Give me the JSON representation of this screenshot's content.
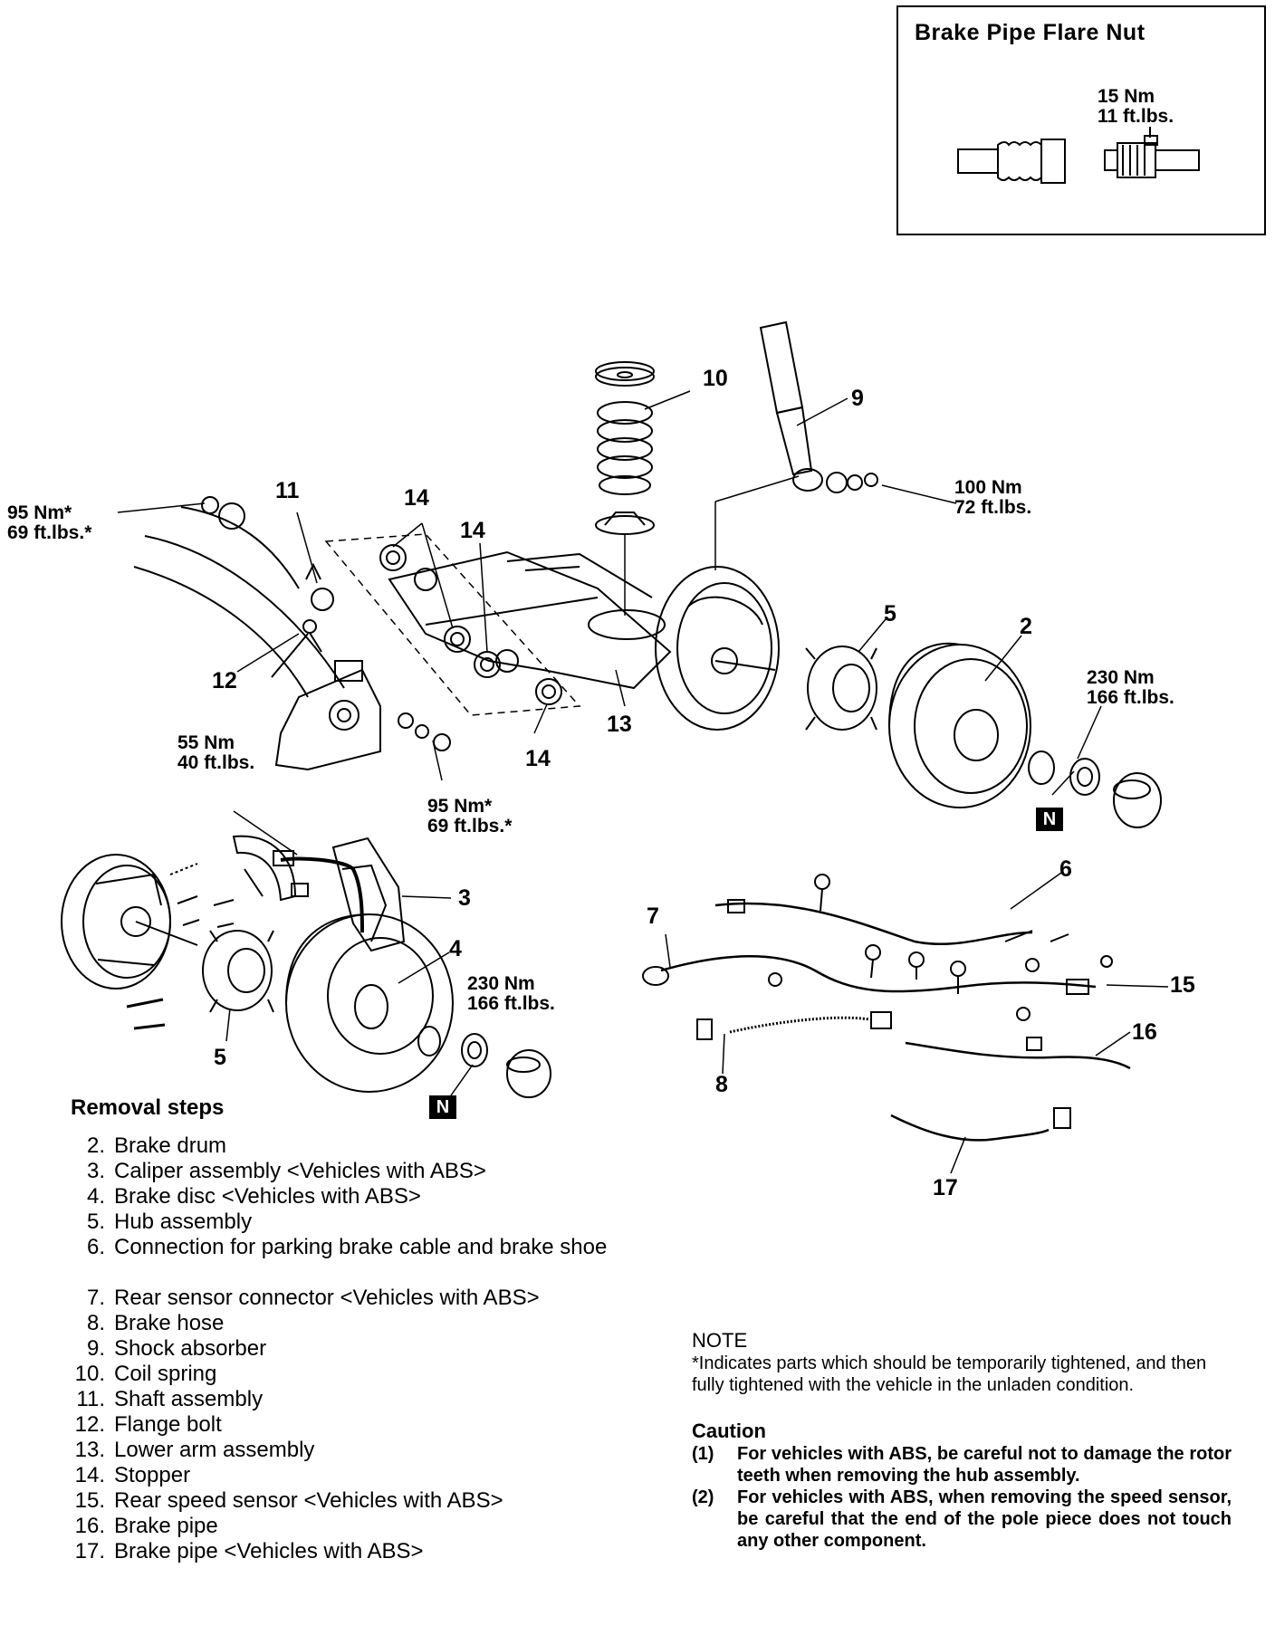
{
  "inset": {
    "title": "Brake Pipe Flare Nut",
    "torque_nm": "15 Nm",
    "torque_ftlbs": "11 ft.lbs."
  },
  "callouts": {
    "c2": "2",
    "c3": "3",
    "c4": "4",
    "c5a": "5",
    "c5b": "5",
    "c6": "6",
    "c7": "7",
    "c8": "8",
    "c9": "9",
    "c10": "10",
    "c11": "11",
    "c12": "12",
    "c13": "13",
    "c14a": "14",
    "c14b": "14",
    "c14c": "14",
    "c15": "15",
    "c16": "16",
    "c17": "17"
  },
  "torques": {
    "t95_top_nm": "95 Nm*",
    "t95_top_ft": "69 ft.lbs.*",
    "t100_nm": "100 Nm",
    "t100_ft": "72 ft.lbs.",
    "t230_top_nm": "230 Nm",
    "t230_top_ft": "166 ft.lbs.",
    "t55_nm": "55 Nm",
    "t55_ft": "40 ft.lbs.",
    "t95_mid_nm": "95 Nm*",
    "t95_mid_ft": "69 ft.lbs.*",
    "t230_bot_nm": "230 Nm",
    "t230_bot_ft": "166 ft.lbs."
  },
  "new_part_mark": "N",
  "removal": {
    "title": "Removal steps",
    "steps": [
      {
        "num": "2.",
        "text": "Brake drum"
      },
      {
        "num": "3.",
        "text": "Caliper assembly <Vehicles with ABS>"
      },
      {
        "num": "4.",
        "text": "Brake disc <Vehicles with ABS>"
      },
      {
        "num": "5.",
        "text": "Hub assembly"
      },
      {
        "num": "6.",
        "text": "Connection for parking brake cable and brake shoe"
      },
      {
        "num": "7.",
        "text": "Rear sensor connector <Vehicles with ABS>"
      },
      {
        "num": "8.",
        "text": "Brake hose"
      },
      {
        "num": "9.",
        "text": "Shock absorber"
      },
      {
        "num": "10.",
        "text": "Coil spring"
      },
      {
        "num": "11.",
        "text": "Shaft assembly"
      },
      {
        "num": "12.",
        "text": "Flange bolt"
      },
      {
        "num": "13.",
        "text": "Lower arm assembly"
      },
      {
        "num": "14.",
        "text": "Stopper"
      },
      {
        "num": "15.",
        "text": "Rear speed sensor <Vehicles with ABS>"
      },
      {
        "num": "16.",
        "text": "Brake pipe"
      },
      {
        "num": "17.",
        "text": "Brake pipe <Vehicles with ABS>"
      }
    ]
  },
  "note": {
    "title": "NOTE",
    "text": "*Indicates parts which should be temporarily tightened, and then fully tightened with the vehicle in the unladen condition."
  },
  "caution": {
    "title": "Caution",
    "items": [
      {
        "num": "(1)",
        "text": "For vehicles with ABS, be careful not to damage the rotor teeth when removing the hub assembly."
      },
      {
        "num": "(2)",
        "text": "For vehicles with ABS, when removing the speed sensor, be careful that the end of the pole piece does not touch any other component."
      }
    ]
  }
}
